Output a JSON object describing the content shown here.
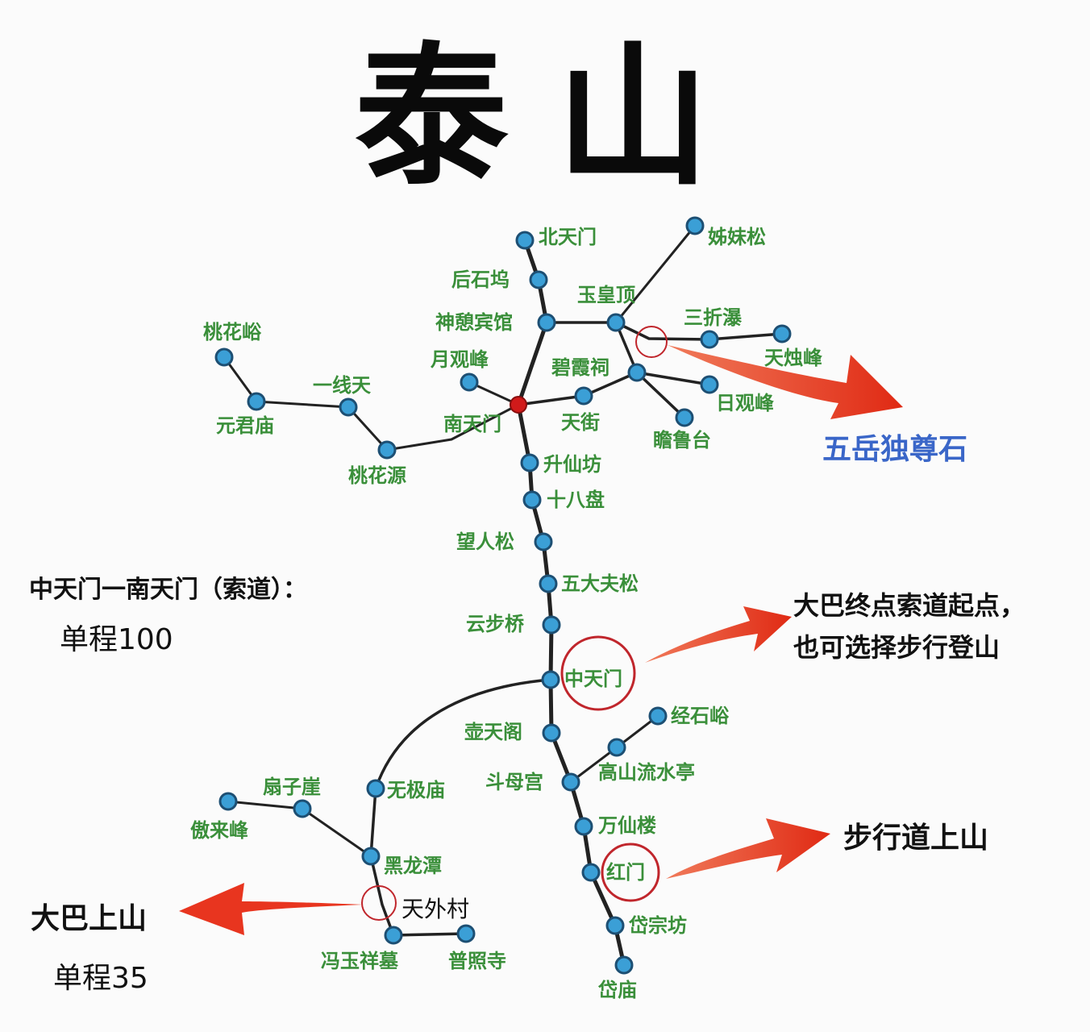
{
  "title": "泰山",
  "colors": {
    "node_fill": "#3b9fd6",
    "node_stroke": "#1d4f73",
    "nantianmen_node": "#d11a1a",
    "line": "#222222",
    "label_green": "#3a8f3a",
    "arrow_red": "#e8351f",
    "circle_red": "#c0262c",
    "callout_blue": "#3a66c8"
  },
  "stations": {
    "beitianmen": "北天门",
    "zimeisong": "姊妹松",
    "houshiwu": "后石坞",
    "yuhuangding": "玉皇顶",
    "shenqibinguan": "神憩宾馆",
    "sanzhepu": "三折瀑",
    "tianzhufeng": "天烛峰",
    "taohuayu": "桃花峪",
    "yueguanfeng": "月观峰",
    "bixiaci": "碧霞祠",
    "yixiantian": "一线天",
    "riguanfeng": "日观峰",
    "yuanjunmiao": "元君庙",
    "nantianmen": "南天门",
    "tianjie": "天街",
    "zhanlutai": "瞻鲁台",
    "taohuayuan": "桃花源",
    "shengxianfang": "升仙坊",
    "shibapan": "十八盘",
    "wangrensong": "望人松",
    "wudafusong": "五大夫松",
    "yunbuqiao": "云步桥",
    "zhongtianmen": "中天门",
    "jingshiyu": "经石峪",
    "hutiange": "壶天阁",
    "gaoshanliushuiting": "高山流水亭",
    "doumugong": "斗母宫",
    "shanziya": "扇子崖",
    "wujimiao": "无极庙",
    "aolaifeng": "傲来峰",
    "wanxianlou": "万仙楼",
    "heilongtan": "黑龙潭",
    "hongmen": "红门",
    "tianwaicun": "天外村",
    "daizongfang": "岱宗坊",
    "fengyuxiangmu": "冯玉祥墓",
    "puzhaosi": "普照寺",
    "daimiao": "岱庙"
  },
  "callouts": {
    "wuyue_stone": "五岳独尊石",
    "cableway_title": "中天门一南天门（索道）：",
    "cableway_price": "单程100",
    "bus_terminal_line1": "大巴终点索道起点，",
    "bus_terminal_line2": "也可选择步行登山",
    "walk_up": "步行道上山",
    "bus_up": "大巴上山",
    "bus_price": "单程35"
  }
}
